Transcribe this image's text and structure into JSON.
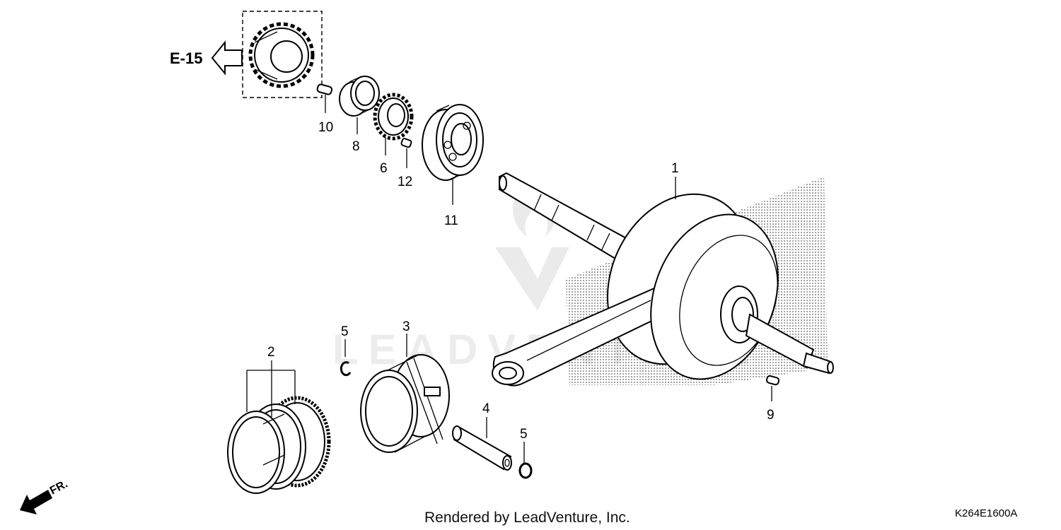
{
  "diagram": {
    "reference_label": "E-15",
    "front_label": "FR.",
    "footer_credit": "Rendered by LeadVenture, Inc.",
    "diagram_code": "K264E1600A",
    "watermark": "LEADVENTURE",
    "callouts": {
      "c1": "1",
      "c2": "2",
      "c3": "3",
      "c4": "4",
      "c5a": "5",
      "c5b": "5",
      "c6": "6",
      "c8": "8",
      "c9": "9",
      "c10": "10",
      "c11": "11",
      "c12": "12"
    }
  }
}
